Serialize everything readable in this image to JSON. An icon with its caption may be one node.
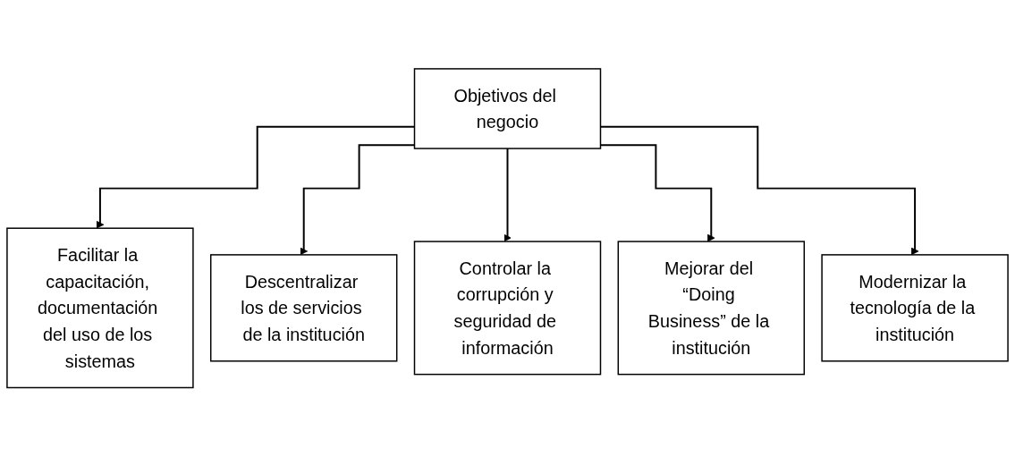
{
  "diagram": {
    "nodes": [
      {
        "text": [
          "Objetivos del negocio"
        ]
      },
      {
        "text": [
          "Facilitar la capacitación, documentación del uso de los sistemas"
        ]
      },
      {
        "text": [
          "Descentralizar los de servicios de la institución"
        ]
      },
      {
        "text": [
          "Controlar la corrupción y seguridad de información"
        ]
      },
      {
        "text": [
          "Mejorar del “Doing Business” de la institución"
        ]
      },
      {
        "text": [
          "Modernizar la tecnología de la institución"
        ]
      }
    ],
    "edges": [
      {
        "from": 0,
        "to": 1,
        "arrow": "to"
      },
      {
        "from": 0,
        "to": 2,
        "arrow": "to"
      },
      {
        "from": 0,
        "to": 3,
        "arrow": "to"
      },
      {
        "from": 0,
        "to": 4,
        "arrow": "to"
      },
      {
        "from": 0,
        "to": 5,
        "arrow": "to"
      }
    ]
  }
}
